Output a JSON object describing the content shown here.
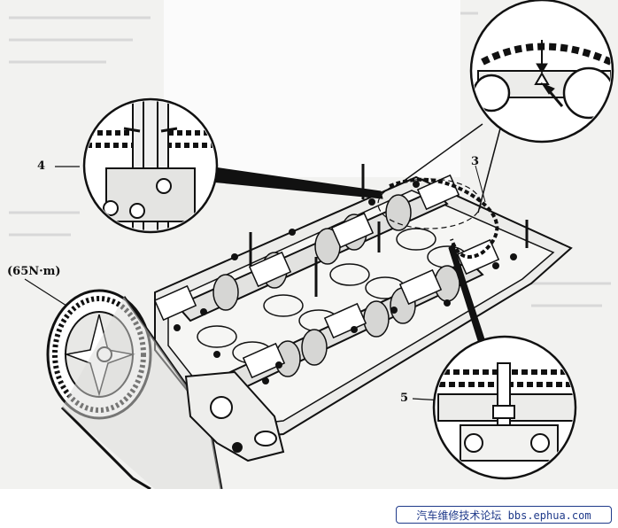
{
  "labels": {
    "torque": "(65N·m)",
    "callout_3": "3",
    "callout_4": "4",
    "callout_5": "5"
  },
  "watermark": "汽车维修技术论坛 bbs.ephua.com",
  "colors": {
    "ink": "#111111",
    "paper": "#f2f2f0",
    "watermark_blue": "#1f3a8a"
  }
}
